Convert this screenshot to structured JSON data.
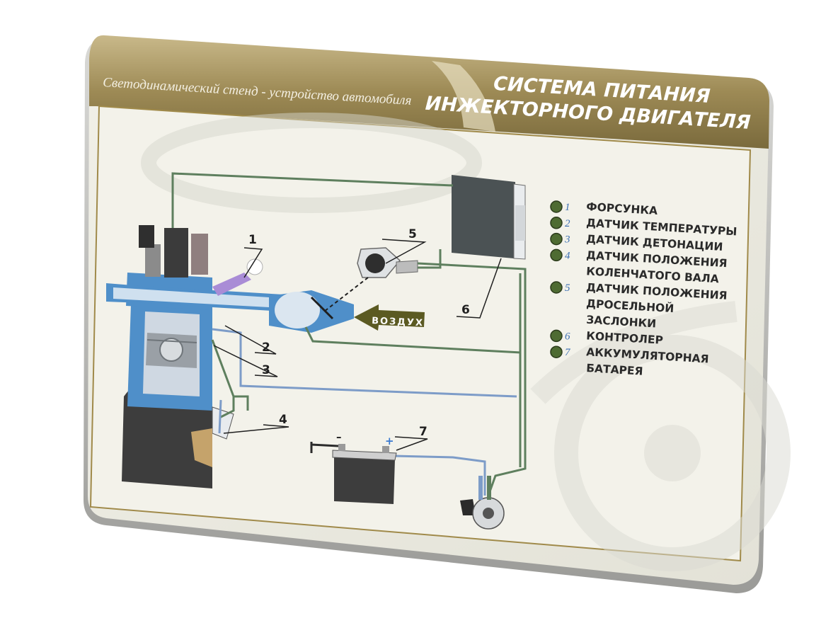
{
  "header": {
    "subtitle": "Светодинамический стенд - устройство автомобиля",
    "title_line1": "СИСТЕМА ПИТАНИЯ",
    "title_line2": "ИНЖЕКТОРНОГО ДВИГАТЕЛЯ"
  },
  "diagram": {
    "air_label": "ВОЗДУХ",
    "minus_sign": "–",
    "plus_sign": "+",
    "callouts": [
      "1",
      "2",
      "3",
      "4",
      "5",
      "6",
      "7"
    ]
  },
  "legend": [
    {
      "num": "1",
      "lines": [
        "ФОРСУНКА"
      ]
    },
    {
      "num": "2",
      "lines": [
        "ДАТЧИК ТЕМПЕРАТУРЫ"
      ]
    },
    {
      "num": "3",
      "lines": [
        "ДАТЧИК ДЕТОНАЦИИ"
      ]
    },
    {
      "num": "4",
      "lines": [
        "ДАТЧИК ПОЛОЖЕНИЯ",
        "КОЛЕНЧАТОГО ВАЛА"
      ]
    },
    {
      "num": "5",
      "lines": [
        "ДАТЧИК ПОЛОЖЕНИЯ",
        "ДРОСЕЛЬНОЙ",
        "ЗАСЛОНКИ"
      ]
    },
    {
      "num": "6",
      "lines": [
        "КОНТРОЛЕР"
      ]
    },
    {
      "num": "7",
      "lines": [
        "АККУМУЛЯТОРНАЯ",
        "БАТАРЕЯ"
      ]
    }
  ],
  "colors": {
    "board": "#ecebe2",
    "header_gold": "#a5925e",
    "wire_green": "#5e7f5e",
    "wire_blue": "#7d9cc8",
    "engine_blue": "#4f8fc9",
    "indicator": "#4e6b32",
    "arrow": "#5b5a22"
  }
}
